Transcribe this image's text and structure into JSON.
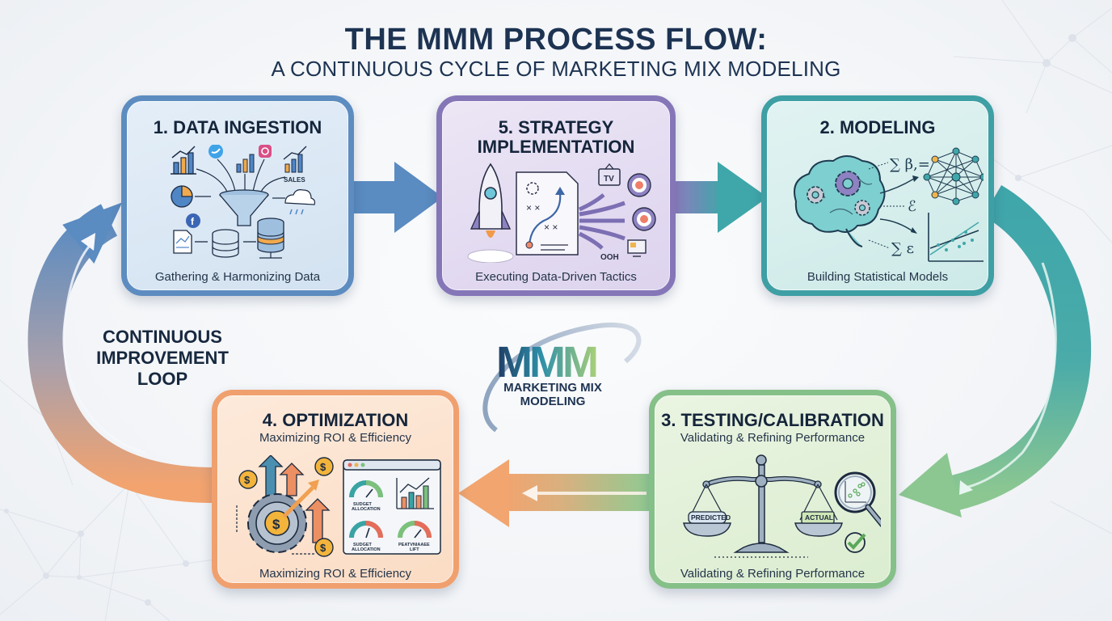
{
  "title": {
    "main": "THE MMM PROCESS FLOW:",
    "subtitle": "A CONTINUOUS CYCLE OF MARKETING MIX MODELING"
  },
  "colors": {
    "ingestion": "#5d8cc0",
    "strategy": "#8576b8",
    "modeling": "#3e9fa4",
    "testing": "#86c089",
    "optimization": "#f0a06e",
    "text_dark": "#1d3352"
  },
  "nodes": {
    "ingestion": {
      "title": "1. DATA INGESTION",
      "caption": "Gathering & Harmonizing Data",
      "icons": [
        "bar-chart-icon",
        "twitter-icon",
        "instagram-icon",
        "sales-chart-icon",
        "pie-chart-icon",
        "facebook-icon",
        "funnel-icon",
        "cloud-rain-icon",
        "document-icon",
        "database-icon",
        "server-icon"
      ],
      "sales_label": "SALES"
    },
    "modeling": {
      "title": "2. MODELING",
      "caption": "Building Statistical Models",
      "icons": [
        "brain-gears-icon",
        "neural-network-icon",
        "regression-plot-icon"
      ],
      "formulas": [
        "∑ β,=",
        "ℰ",
        "∑ ε"
      ]
    },
    "testing": {
      "title": "3. TESTING/CALIBRATION",
      "subtitle": "Validating & Refining Performance",
      "caption": "Validating & Refining Performance",
      "icons": [
        "balance-scale-icon",
        "magnifier-icon",
        "checkmark-icon"
      ],
      "pan_left": "PREDICTED",
      "pan_right": "ACTUAL"
    },
    "optimization": {
      "title": "4. OPTIMIZATION",
      "subtitle": "Maximizing ROI & Efficiency",
      "caption": "Maximizing ROI & Efficiency",
      "icons": [
        "gear-dollar-icon",
        "coin-icon",
        "up-arrow-icon",
        "dashboard-window-icon",
        "gauge-icon",
        "bar-chart-icon"
      ],
      "gauge_labels": [
        "SUDGET ALLOCATION",
        "SUDGET ALLOCATION",
        "PEATVNIAAEE LIFT"
      ]
    },
    "strategy": {
      "title_line1": "5. STRATEGY",
      "title_line2": "IMPLEMENTATION",
      "caption": "Executing Data-Driven Tactics",
      "icons": [
        "rocket-icon",
        "playbook-icon",
        "tv-icon",
        "target-icon",
        "target-icon",
        "monitor-icon"
      ],
      "tv_label": "TV",
      "ooh_label": "OOH"
    }
  },
  "loop_label": {
    "line1": "CONTINUOUS",
    "line2": "IMPROVEMENT",
    "line3": "LOOP"
  },
  "logo": {
    "mark": "MMM",
    "line1": "MARKETING MIX",
    "line2": "MODELING"
  },
  "flow": {
    "sequence": [
      "1. DATA INGESTION",
      "5. STRATEGY IMPLEMENTATION",
      "2. MODELING",
      "3. TESTING/CALIBRATION",
      "4. OPTIMIZATION",
      "1. DATA INGESTION"
    ]
  }
}
